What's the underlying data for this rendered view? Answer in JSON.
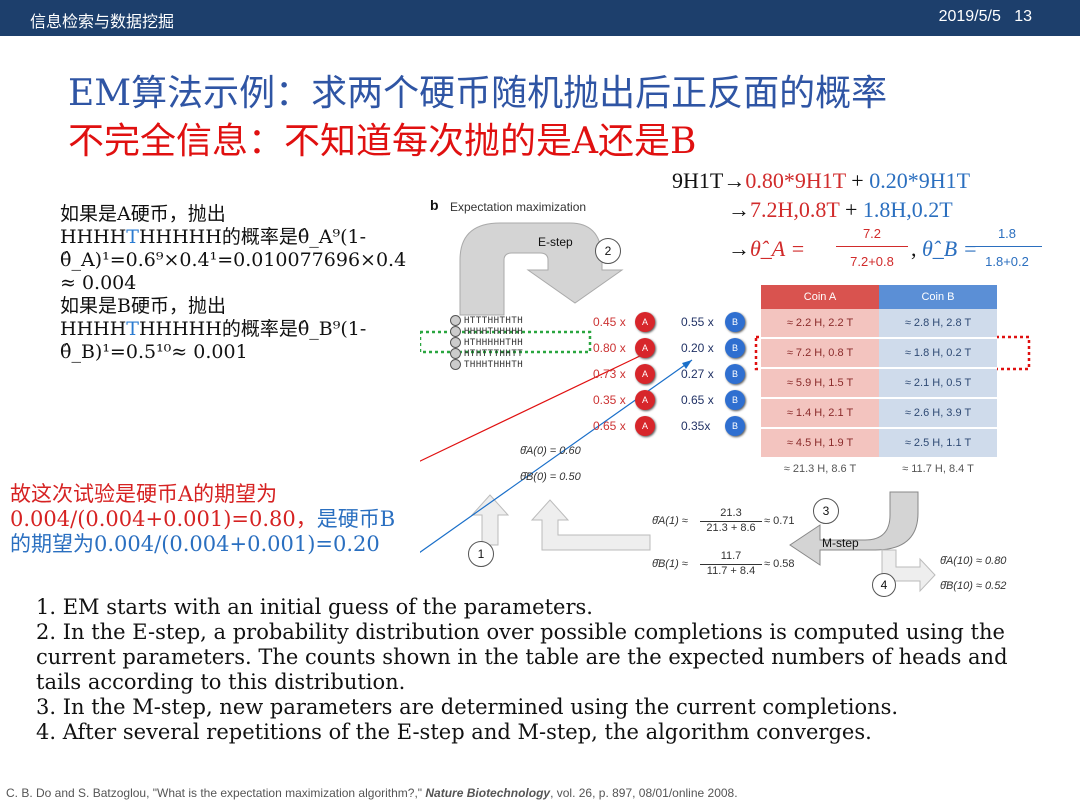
{
  "header": {
    "course": "信息检索与数据挖掘",
    "date": "2019/5/5",
    "page": "13"
  },
  "title_line1": "EM算法示例：求两个硬币随机抛出后正反面的概率",
  "title_line2": "不完全信息：不知道每次抛的是A还是B",
  "equations": {
    "line1_a": "9H1T→",
    "line1_b": "0.80*9H1T",
    "line1_c": " + ",
    "line1_d": "0.20*9H1T",
    "line2_a": "→",
    "line2_b": "7.2H,0.8T",
    "line2_c": " + ",
    "line2_d": "1.8H,0.2T",
    "line3_arrow": "→",
    "thetaA_lhs": "θ̂_A =",
    "thetaA_num": "7.2",
    "thetaA_den": "7.2+0.8",
    "sep": ",",
    "thetaB_lhs": "θ̂_B =",
    "thetaB_num": "1.8",
    "thetaB_den": "1.8+0.2"
  },
  "left_text": {
    "a_line1": "如果是A硬币，抛出",
    "a_seq_pre": "HHHH",
    "a_seq_t": "T",
    "a_seq_post": "HHHHH的概率是θ̂_A⁹(1-",
    "a_line3": "θ̂_A)¹=0.6⁹×0.4¹=0.010077696×0.4",
    "a_line4": "≈ 0.004",
    "b_line1": "如果是B硬币，抛出",
    "b_seq_pre": "HHHH",
    "b_seq_t": "T",
    "b_seq_post": "HHHHH的概率是θ̂_B⁹(1-",
    "b_line3": "θ̂_B)¹=0.5¹⁰≈ 0.001"
  },
  "conclusion": {
    "line1": "故这次试验是硬币A的期望为",
    "line2_red": "0.004/(0.004+0.001)=0.80，",
    "line2_blue": "是硬币B",
    "line3": "的期望为0.004/(0.004+0.001)=0.20"
  },
  "figure": {
    "label_b": "b",
    "heading": "Expectation maximization",
    "estep": "E-step",
    "mstep": "M-step",
    "step1": "1",
    "step2": "2",
    "step3": "3",
    "step4": "4",
    "sequences": [
      "HTTTHHTHTH",
      "HHHHTHHHHH",
      "HTHHHHHTHH",
      "HTHTTTHHTT",
      "THHHTHHHTH"
    ],
    "pA": [
      "0.45 x",
      "0.80 x",
      "0.73 x",
      "0.35 x",
      "0.65 x"
    ],
    "pB": [
      "0.55 x",
      "0.20 x",
      "0.27 x",
      "0.65 x",
      "0.35x"
    ],
    "coinA_label": "A",
    "coinB_label": "B",
    "table_headers": [
      "Coin A",
      "Coin B"
    ],
    "table_rows": [
      [
        "≈ 2.2 H, 2.2 T",
        "≈ 2.8 H, 2.8 T"
      ],
      [
        "≈ 7.2 H, 0.8 T",
        "≈ 1.8 H, 0.2 T"
      ],
      [
        "≈ 5.9 H, 1.5 T",
        "≈ 2.1 H, 0.5 T"
      ],
      [
        "≈ 1.4 H, 2.1 T",
        "≈ 2.6 H, 3.9 T"
      ],
      [
        "≈ 4.5 H, 1.9 T",
        "≈ 2.5 H, 1.1 T"
      ]
    ],
    "table_totals": [
      "≈ 21.3 H, 8.6 T",
      "≈ 11.7 H, 8.4 T"
    ],
    "init_A": "θ̂A(0) = 0.60",
    "init_B": "θ̂B(0) = 0.50",
    "mA_lhs": "θ̂A(1) ≈",
    "mA_num": "21.3",
    "mA_den": "21.3 + 8.6",
    "mA_res": "≈ 0.71",
    "mB_lhs": "θ̂B(1) ≈",
    "mB_num": "11.7",
    "mB_den": "11.7 + 8.4",
    "mB_res": "≈ 0.58",
    "final_A": "θ̂A(10) ≈ 0.80",
    "final_B": "θ̂B(10) ≈ 0.52"
  },
  "notes": [
    "1. EM starts with an initial guess of the parameters.",
    "2. In the E-step, a probability distribution over possible completions is computed using the current parameters. The counts shown in the table are the expected numbers of heads and tails according to this distribution.",
    "3. In the M-step, new parameters are determined using the current completions.",
    "4. After several repetitions of the E-step and M-step, the algorithm converges."
  ],
  "citation_pre": "C. B. Do and S. Batzoglou, \"What is the expectation maximization algorithm?,\" ",
  "citation_journal": "Nature Biotechnology",
  "citation_post": ", vol. 26, p. 897, 08/01/online 2008.",
  "colors": {
    "header_bar": "#1d3f6c",
    "title_blue": "#2f55a4",
    "title_red": "#e01010",
    "coinA_header": "#d9534f",
    "coinB_header": "#5b8fd6"
  }
}
